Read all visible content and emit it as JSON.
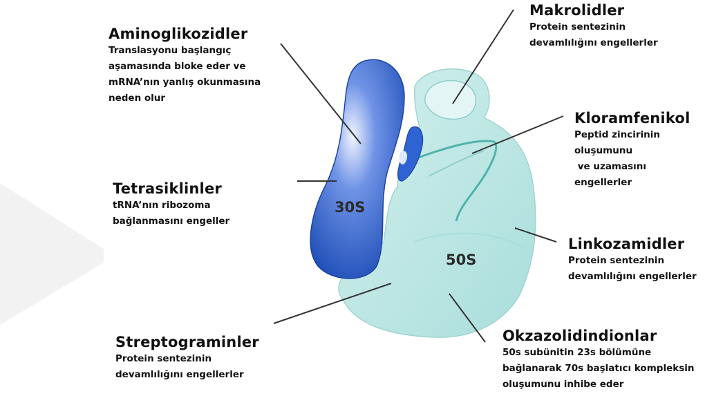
{
  "subunits": {
    "small": "30S",
    "large": "50S"
  },
  "colors": {
    "subunit_30s": "#2a5fcf",
    "subunit_50s": "#bfe8e6",
    "pointer_line": "#333333"
  },
  "annotations": {
    "aminoglikozidler": {
      "title": "Aminoglikozidler",
      "lines": [
        "Translasyonu başlangıç",
        "aşamasında bloke eder ve",
        "mRNA’nın yanlış okunmasına",
        "neden olur"
      ]
    },
    "tetrasiklinler": {
      "title": "Tetrasiklinler",
      "lines": [
        "tRNA’nın ribozoma",
        "bağlanmasını engeller"
      ]
    },
    "streptograminler": {
      "title": "Streptograminler",
      "lines": [
        "Protein sentezinin",
        "devamlılığını engellerler"
      ]
    },
    "makrolidler": {
      "title": "Makrolidler",
      "lines": [
        "Protein sentezinin",
        "devamlılığını engellerler"
      ]
    },
    "kloramfenikol": {
      "title": "Kloramfenikol",
      "lines": [
        "Peptid zincirinin",
        "oluşumunu",
        " ve uzamasını",
        "engellerler"
      ]
    },
    "linkozamidler": {
      "title": "Linkozamidler",
      "lines": [
        "Protein sentezinin",
        "devamlılığını engellerler"
      ]
    },
    "okzazolidindionlar": {
      "title": "Okzazolidindionlar",
      "lines": [
        "50s subünitin 23s bölümüne",
        "bağlanarak 70s başlatıcı kompleksin",
        "oluşumunu inhibe eder"
      ]
    }
  }
}
